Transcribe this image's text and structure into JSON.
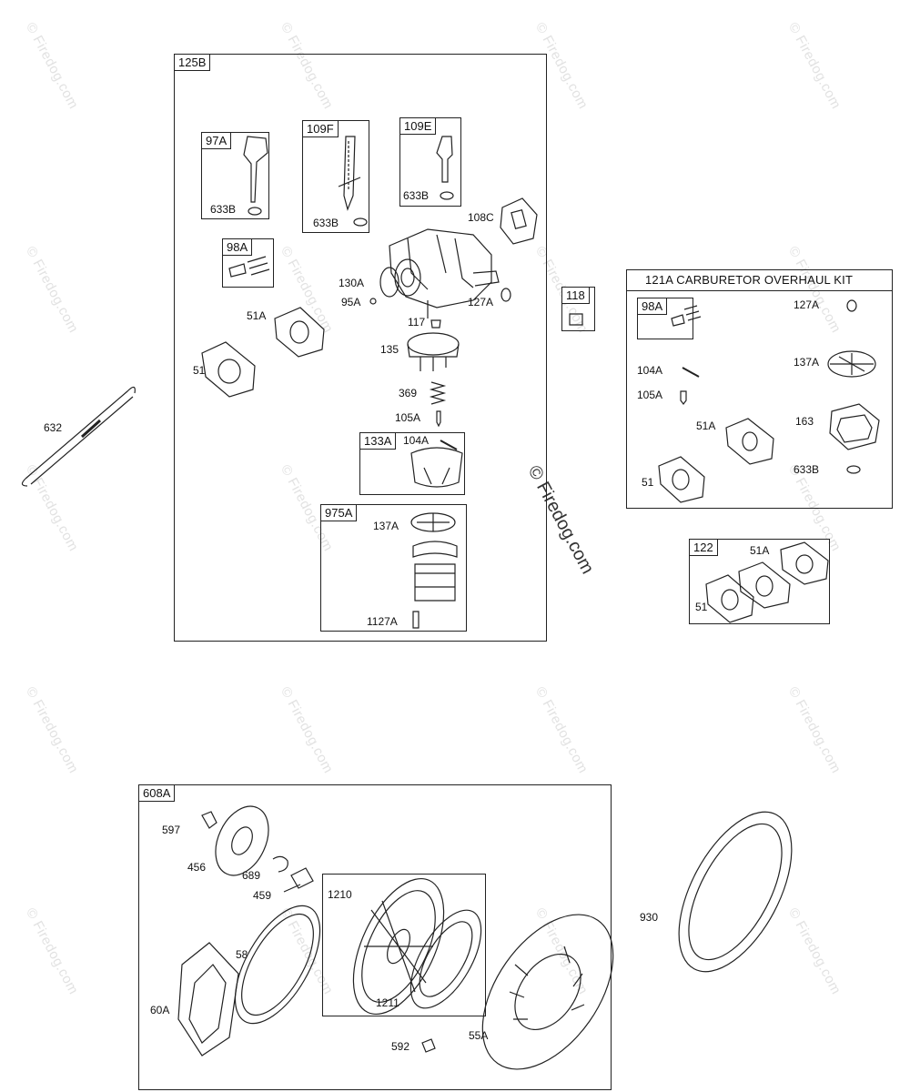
{
  "watermark": "© Firedog.com",
  "groups": {
    "g125B": "125B",
    "g97A": "97A",
    "g109F": "109F",
    "g109E": "109E",
    "g98A": "98A",
    "g133A": "133A",
    "g975A": "975A",
    "g118": "118",
    "g121A": "121A CARBURETOR OVERHAUL KIT",
    "g98A_kit": "98A",
    "g122": "122",
    "g608A": "608A",
    "g1210": "1210"
  },
  "callouts": {
    "c633B_1": "633B",
    "c633B_2": "633B",
    "c633B_3": "633B",
    "c108C": "108C",
    "c130A": "130A",
    "c95A": "95A",
    "c127A": "127A",
    "c51A": "51A",
    "c51": "51",
    "c117": "117",
    "c135": "135",
    "c369": "369",
    "c105A": "105A",
    "c104A": "104A",
    "c137A": "137A",
    "c1127A": "1127A",
    "c632": "632",
    "k127A": "127A",
    "k137A": "137A",
    "k104A": "104A",
    "k105A": "105A",
    "k51A": "51A",
    "k163": "163",
    "k51": "51",
    "k633B": "633B",
    "p51A": "51A",
    "p51": "51",
    "s597": "597",
    "s456": "456",
    "s689": "689",
    "s459": "459",
    "s58": "58",
    "s60A": "60A",
    "s1211": "1211",
    "s592": "592",
    "s55A": "55A",
    "s930": "930"
  }
}
